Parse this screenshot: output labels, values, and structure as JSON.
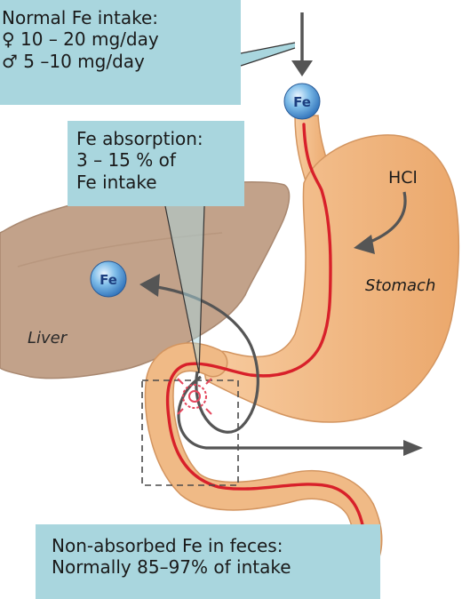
{
  "intake_box": {
    "title": "Normal Fe intake:",
    "lines": [
      "♀ 10 – 20 mg/day",
      "♂  5 –10 mg/day"
    ]
  },
  "absorption_box": {
    "lines": [
      "Fe absorption:",
      "3 – 15 % of",
      "Fe intake"
    ]
  },
  "feces_box": {
    "lines": [
      "Non-absorbed Fe in feces:",
      "Normally 85–97% of intake"
    ]
  },
  "labels": {
    "liver": "Liver",
    "stomach": "Stomach",
    "hcl": "HCl",
    "fe_top": "Fe",
    "fe_liver": "Fe"
  },
  "colors": {
    "callout_fill": "#a9d6de",
    "liver_fill": "#c2a28a",
    "stomach_fill": "#f4c08e",
    "fe_pathway": "#d8202a",
    "arrow_gray": "#555555",
    "fe_ball": "#5aa0da"
  }
}
